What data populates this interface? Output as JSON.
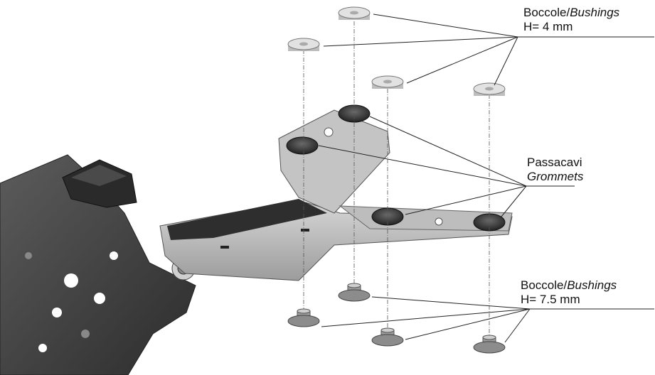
{
  "labels": {
    "bushings_top": {
      "it_word": "Boccole",
      "en_word": "Bushings",
      "height": "H= 4 mm"
    },
    "grommets": {
      "it_word": "Passacavi",
      "en_word": "Grommets"
    },
    "bushings_bottom": {
      "it_word": "Boccole",
      "en_word": "Bushings",
      "height": "H= 7.5 mm"
    }
  },
  "colors": {
    "bracket_dark": "#4a4a4a",
    "bracket_light": "#c8c8c8",
    "pad": "#2e2e2e",
    "bushing_light": "#dedede",
    "bushing_mid": "#a8a8a8",
    "grommet": "#3a3a3a",
    "leader": "#222222"
  }
}
